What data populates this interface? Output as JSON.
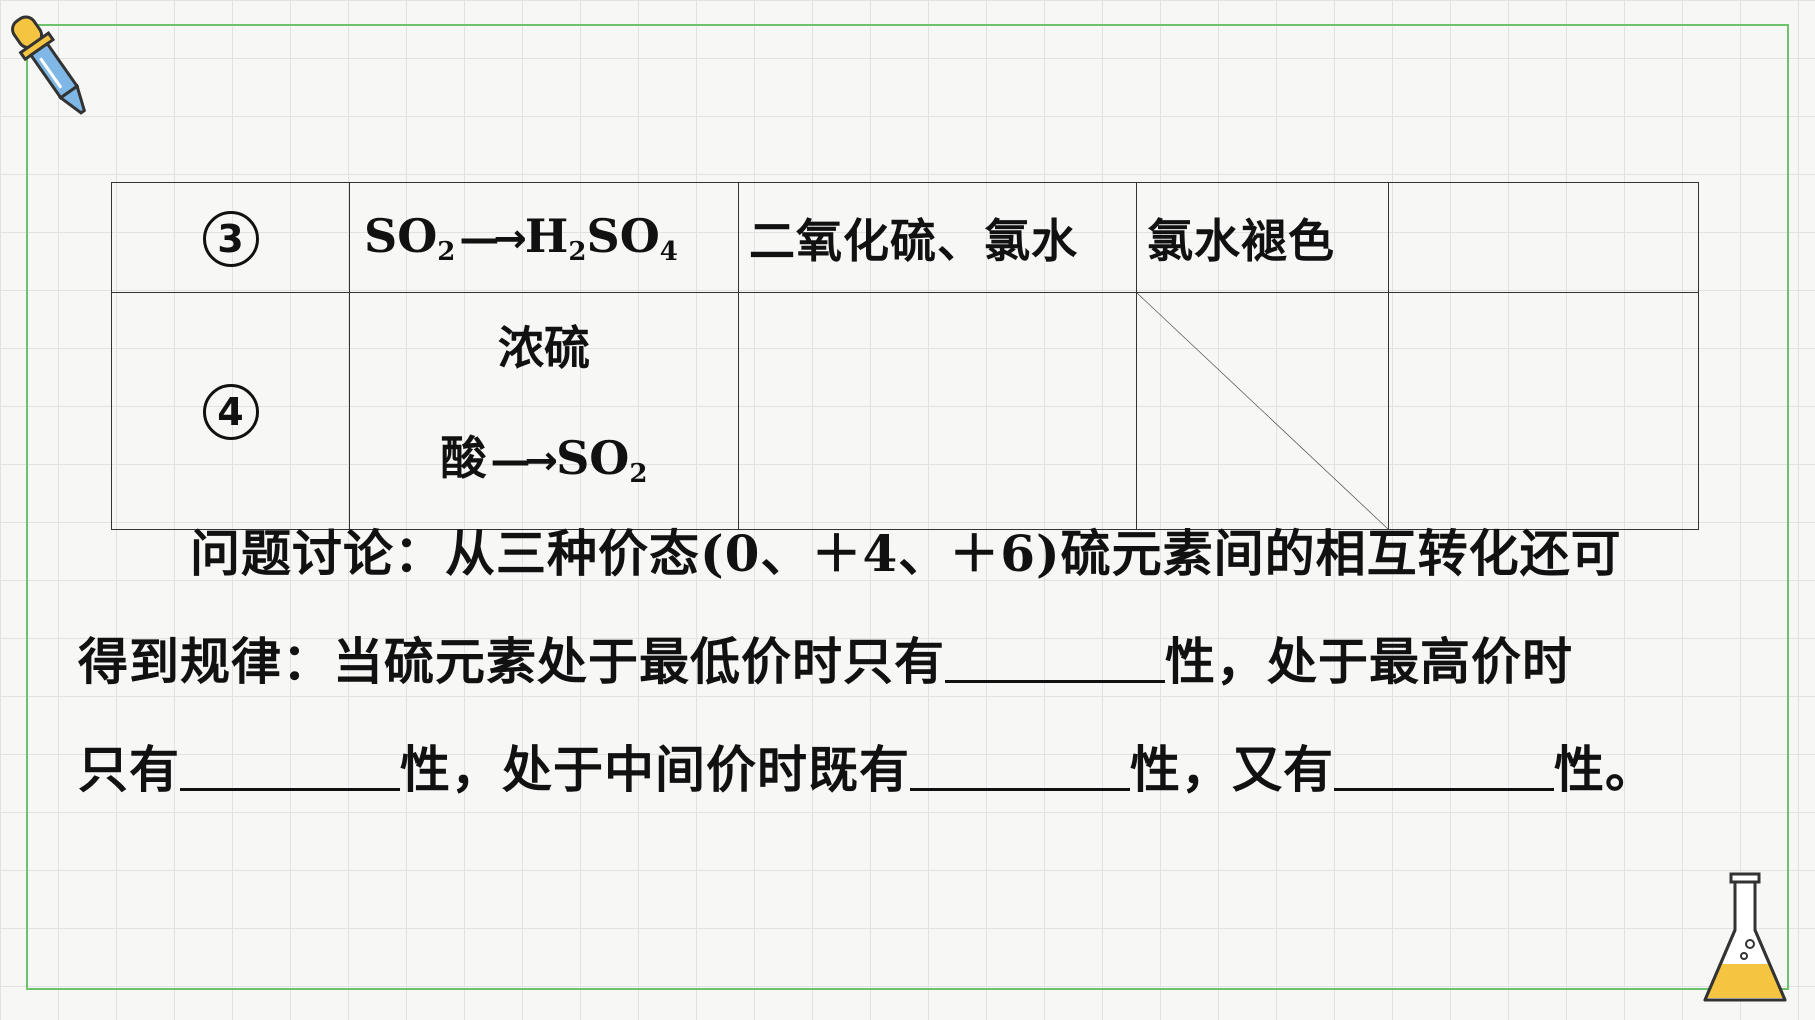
{
  "table": {
    "rows": [
      {
        "number": "3",
        "conversion_from": "SO",
        "conversion_from_sub": "2",
        "arrow": "—→",
        "conversion_to": "H",
        "conversion_to_sub1": "2",
        "conversion_to_mid": "SO",
        "conversion_to_sub2": "4",
        "reagents": "二氧化硫、氯水",
        "phenomenon": "氯水褪色",
        "conclusion": ""
      },
      {
        "number": "4",
        "conversion_line1": "浓硫",
        "conversion_line2_a": "酸",
        "arrow": "—→",
        "conversion_line2_b": "SO",
        "conversion_line2_sub": "2",
        "reagents": "",
        "phenomenon": "",
        "conclusion": ""
      }
    ]
  },
  "discussion": {
    "line1": "问题讨论：从三种价态(0、＋4、＋6)硫元素间的相互转化还可",
    "line2_a": "得到规律：当硫元素处于最低价时只有",
    "line2_b": "性，处于最高价时",
    "line3_a": "只有",
    "line3_b": "性，处于中间价时既有",
    "line3_c": "性，又有",
    "line3_d": "性。"
  },
  "decor": {
    "top_left": "dropper-icon",
    "bottom_right": "flask-icon",
    "frame_color": "#6cc36a",
    "flask_liquid_color": "#f5c542",
    "dropper_color": "#7fb8e6"
  }
}
